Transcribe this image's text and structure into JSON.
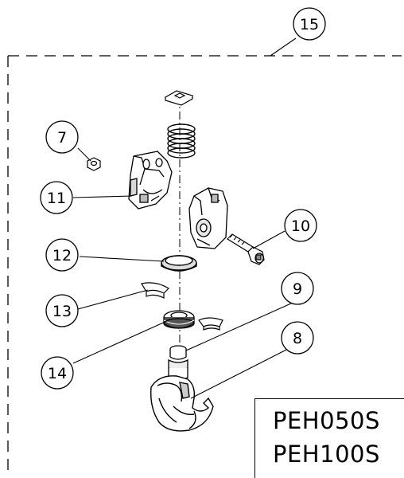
{
  "callouts": {
    "c15": "15",
    "c7": "7",
    "c11": "11",
    "c10": "10",
    "c12": "12",
    "c13": "13",
    "c9": "9",
    "c14": "14",
    "c8": "8"
  },
  "models": [
    "PEH050S",
    "PEH100S"
  ],
  "colors": {
    "line": "#000000",
    "background": "#ffffff"
  }
}
